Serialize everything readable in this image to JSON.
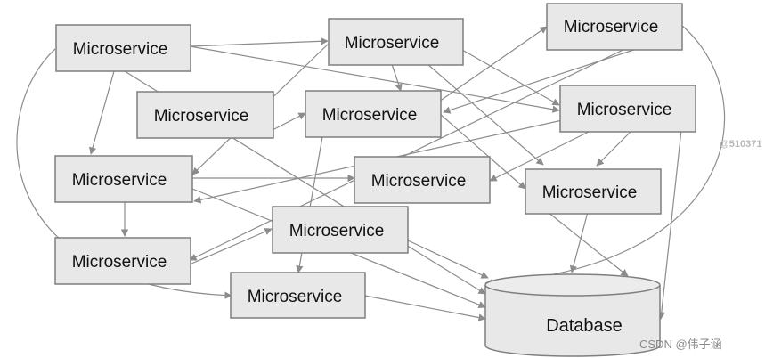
{
  "diagram": {
    "nodes": [
      {
        "id": "n1",
        "label": "Microservice"
      },
      {
        "id": "n2",
        "label": "Microservice"
      },
      {
        "id": "n3",
        "label": "Microservice"
      },
      {
        "id": "n4",
        "label": "Microservice"
      },
      {
        "id": "n5",
        "label": "Microservice"
      },
      {
        "id": "n6",
        "label": "Microservice"
      },
      {
        "id": "n7",
        "label": "Microservice"
      },
      {
        "id": "n8",
        "label": "Microservice"
      },
      {
        "id": "n9",
        "label": "Microservice"
      },
      {
        "id": "n10",
        "label": "Microservice"
      },
      {
        "id": "n11",
        "label": "Microservice"
      },
      {
        "id": "n12",
        "label": "Microservice"
      }
    ],
    "database": {
      "label": "Database"
    }
  },
  "watermark": {
    "top": "@510371",
    "bottom": "CSDN @伟子涵"
  },
  "colors": {
    "box_fill": "#e8e8e8",
    "box_stroke": "#7f7f7f",
    "line": "#8c8c8c"
  }
}
